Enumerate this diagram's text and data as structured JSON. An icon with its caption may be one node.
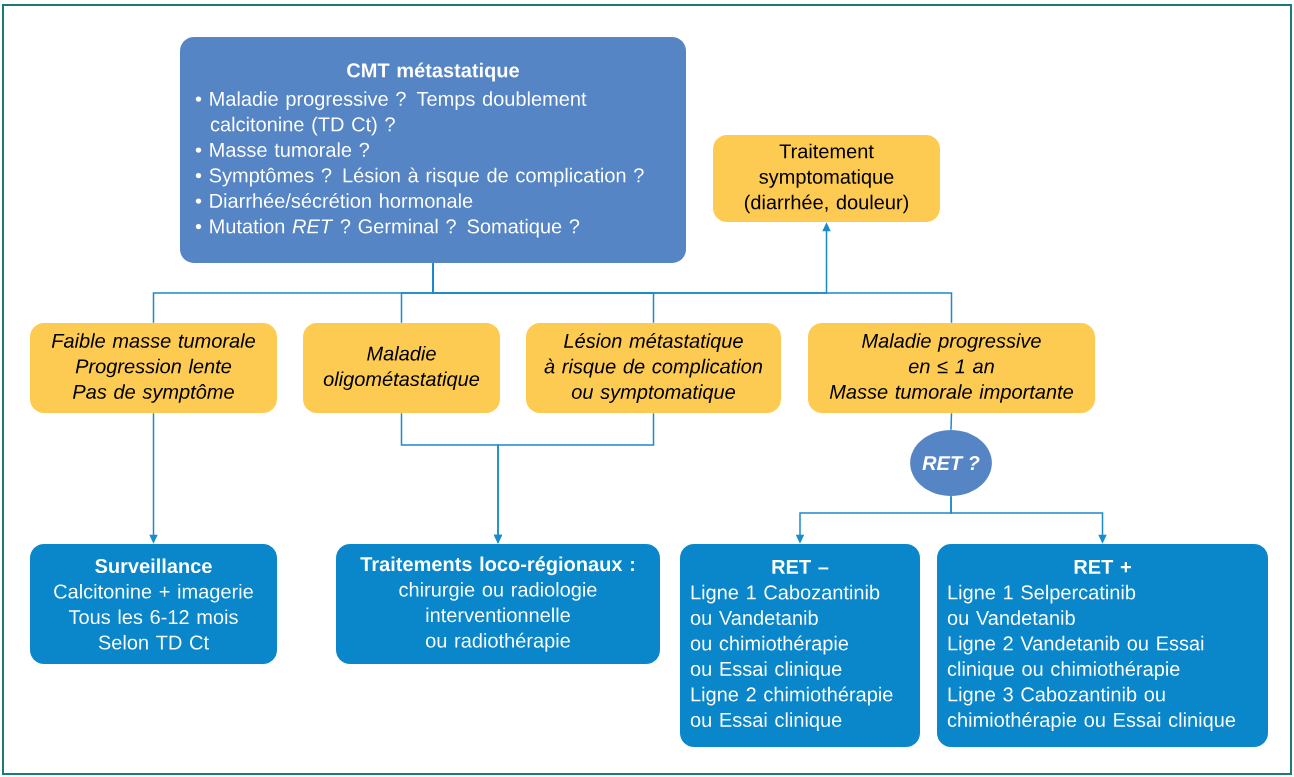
{
  "diagram": {
    "nodes": [
      {
        "text": [
          "CMT métastatique",
          "• Maladie progressive ? Temps doublement calcitonine (TD Ct) ?",
          "• Masse tumorale ?",
          "• Symptômes ? Lésion à risque de complication ?",
          "• Diarrhée/sécrétion hormonale",
          "• Mutation *RET* ? Germinal ? Somatique ?"
        ]
      },
      {
        "text": [
          "Traitement",
          "symptomatique",
          "(diarrhée, douleur)"
        ]
      },
      {
        "text": [
          "Faible masse tumorale",
          "Progression lente",
          "Pas de symptôme"
        ]
      },
      {
        "text": [
          "Maladie",
          "oligométastatique"
        ]
      },
      {
        "text": [
          "Lésion métastatique",
          "à risque de complication",
          "ou symptomatique"
        ]
      },
      {
        "text": [
          "Maladie progressive",
          "en ≤ 1 an",
          "Masse tumorale importante"
        ]
      },
      {
        "text": [
          "RET ?"
        ]
      },
      {
        "text": [
          "Surveillance",
          "Calcitonine + imagerie",
          "Tous les 6-12 mois",
          "Selon TD Ct"
        ]
      },
      {
        "text": [
          "Traitements loco-régionaux :",
          "chirurgie ou radiologie",
          "interventionnelle",
          "ou radiothérapie"
        ]
      },
      {
        "text": [
          "RET –",
          "Ligne 1 Cabozantinib",
          "ou Vandetanib",
          "ou chimiothérapie",
          "ou Essai clinique",
          "Ligne 2 chimiothérapie",
          "ou Essai clinique"
        ]
      },
      {
        "text": [
          "RET +",
          "Ligne 1 Selpercatinib",
          "ou Vandetanib",
          "Ligne 2 Vandetanib ou Essai",
          "clinique ou chimiothérapie",
          "Ligne 3 Cabozantinib ou",
          "chimiothérapie ou Essai clinique"
        ]
      }
    ],
    "edges": [
      {
        "from": 0,
        "to": 1,
        "arrow": "to"
      },
      {
        "from": 0,
        "to": 2,
        "arrow": "none"
      },
      {
        "from": 0,
        "to": 3,
        "arrow": "none"
      },
      {
        "from": 0,
        "to": 4,
        "arrow": "none"
      },
      {
        "from": 0,
        "to": 5,
        "arrow": "none"
      },
      {
        "from": 2,
        "to": 7,
        "arrow": "to"
      },
      {
        "from": 3,
        "to": 8,
        "arrow": "to"
      },
      {
        "from": 4,
        "to": 8,
        "arrow": "to"
      },
      {
        "from": 5,
        "to": 6,
        "arrow": "none"
      },
      {
        "from": 6,
        "to": 9,
        "arrow": "to"
      },
      {
        "from": 6,
        "to": 10,
        "arrow": "to"
      }
    ]
  }
}
